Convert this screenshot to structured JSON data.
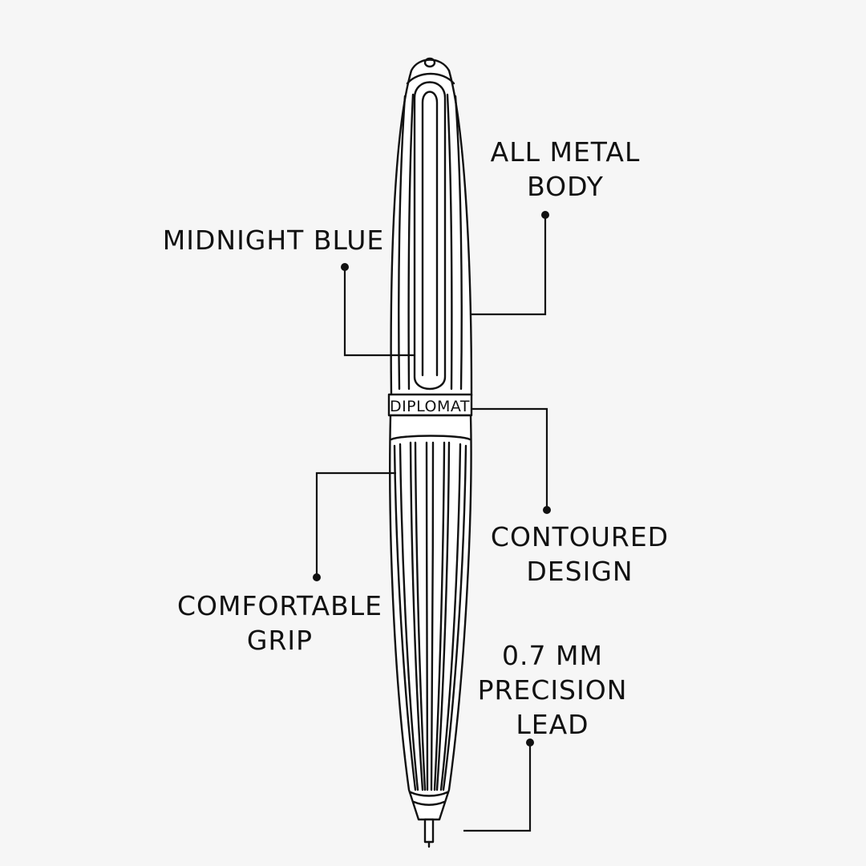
{
  "product": {
    "brand_engraving": "DIPLOMAT"
  },
  "callouts": [
    {
      "id": "all-metal-body",
      "lines": [
        "ALL METAL",
        "BODY"
      ]
    },
    {
      "id": "midnight-blue",
      "lines": [
        "MIDNIGHT BLUE"
      ]
    },
    {
      "id": "contoured-design",
      "lines": [
        "CONTOURED",
        "DESIGN"
      ]
    },
    {
      "id": "comfortable-grip",
      "lines": [
        "COMFORTABLE",
        "GRIP"
      ]
    },
    {
      "id": "precision-lead",
      "lines": [
        "0.7 MM",
        "PRECISION",
        "LEAD"
      ]
    }
  ],
  "colors": {
    "background": "#f6f6f6",
    "ink": "#111111"
  }
}
